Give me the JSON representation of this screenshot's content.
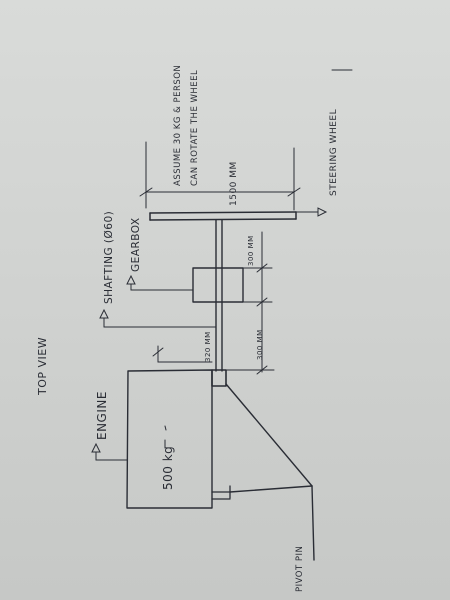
{
  "drawing": {
    "title": "TOP VIEW",
    "engine_label": "ENGINE",
    "engine_mass": "500 kg",
    "shafting_label": "SHAFTING (Ø60)",
    "gearbox_label": "GEARBOX",
    "gearbox_dim": "300 MM",
    "shaft_dim": "300 MM",
    "engine_dim": "320 MM",
    "wheel_dim": "1500 MM",
    "note_line1": "ASSUME 30 KG & PERSON",
    "note_line2": "CAN ROTATE THE WHEEL",
    "steering_wheel_label": "STEERING WHEEL",
    "pivot_label": "PIVOT PIN"
  },
  "colors": {
    "ink": "#2a2d35",
    "paper": "#d6d8d6"
  }
}
